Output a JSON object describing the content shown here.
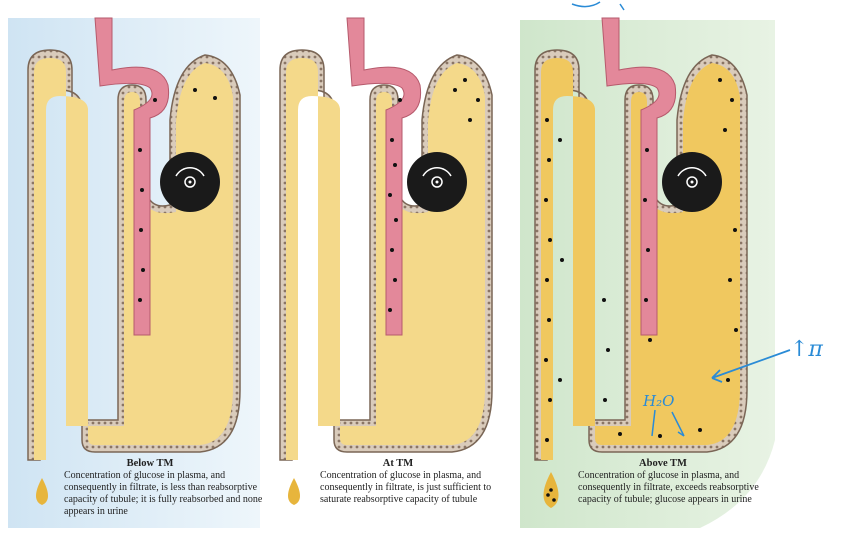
{
  "panels": [
    {
      "title": "Below TM",
      "caption": "Concentration of glucose in plasma, and consequently in filtrate, is less than reabsorptive capacity of tubule; it is fully reabsorbed and none appears in urine"
    },
    {
      "title": "At TM",
      "caption": "Concentration of glucose in plasma, and consequently in filtrate, is just sufficient to saturate reabsorptive capacity of tubule"
    },
    {
      "title": "Above TM",
      "caption": "Concentration of glucose in plasma, and consequently in filtrate, exceeds reabsorptive capacity of tubule; glucose appears in urine"
    }
  ],
  "annotations": {
    "arrow_note": "↑π",
    "water_note": "H₂O"
  },
  "colors": {
    "bg_blue": "#dcecf6",
    "bg_green": "#d7ead3",
    "tubule": "#f4d98a",
    "tubule_dark": "#e7b53c",
    "vessel": "#e3889a",
    "wall": "#9a8777",
    "pump": "#1a1a1a",
    "ink": "#2a8bd6"
  }
}
